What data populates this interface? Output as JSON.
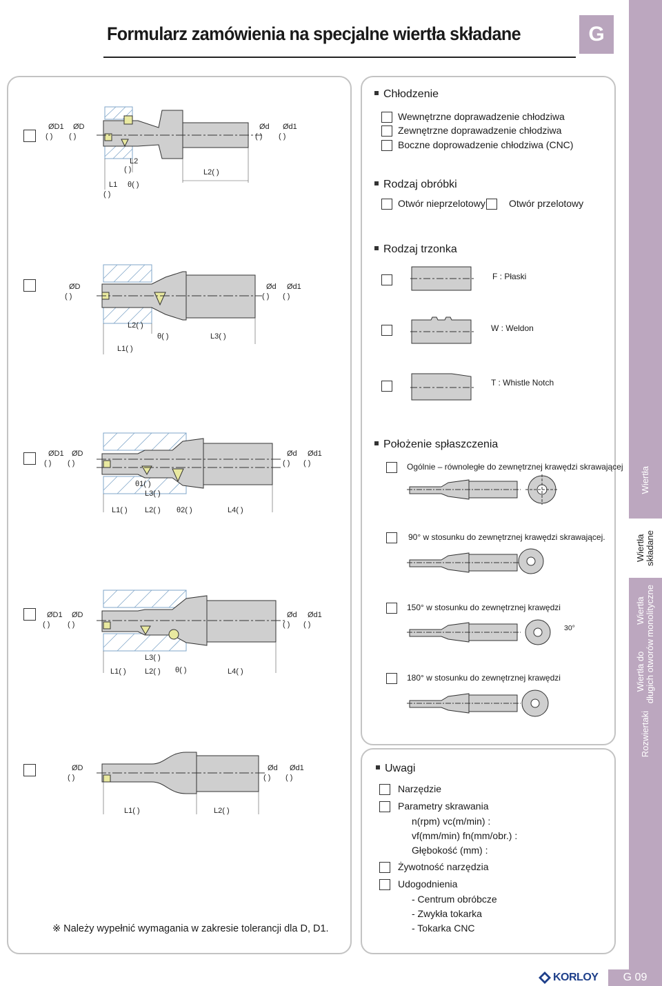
{
  "header": {
    "title": "Formularz zamówienia  na specjalne wiertła składane",
    "section_letter": "G"
  },
  "sidebar": {
    "tabs": [
      {
        "label": "Wiertła",
        "active": false
      },
      {
        "label": "Wiertła\nskładane",
        "active": true
      },
      {
        "label": "Wiertła\nmonolityczne",
        "active": false
      },
      {
        "label": "Wiertła do\ndługich otworów",
        "active": false
      },
      {
        "label": "Rozwiertaki",
        "active": false
      }
    ]
  },
  "drawings": {
    "d1": {
      "D1": "ØD1",
      "D": "ØD",
      "d": "Ød",
      "d1": "Ød1",
      "paren": "(    )",
      "L2": "L2",
      "L1": "L1",
      "theta": "θ",
      "L2_long": "L2(      )",
      "paren_small": "(    )",
      "theta_paren": "θ(      )"
    },
    "d2": {
      "D": "ØD",
      "d": "Ød",
      "d1": "Ød1",
      "paren": "(    )",
      "L2": "L2(      )",
      "theta": "θ(      )",
      "L3": "L3(      )",
      "L1": "L1(      )"
    },
    "d3": {
      "D1": "ØD1",
      "D": "ØD",
      "d": "Ød",
      "d1": "Ød1",
      "paren": "(    )",
      "theta1": "θ1(      )",
      "L3": "L3(      )",
      "L1": "L1(      )",
      "L2": "L2(      )",
      "theta2": "θ2(      )",
      "L4": "L4(      )"
    },
    "d4": {
      "D1": "ØD1",
      "D": "ØD",
      "d": "Ød",
      "d1": "Ød1",
      "paren": "(    )",
      "L3": "L3(      )",
      "L1": "L1(      )",
      "L2": "L2(      )",
      "theta": "θ(      )",
      "L4": "L4(      )"
    },
    "d5": {
      "D": "ØD",
      "d": "Ød",
      "d1": "Ød1",
      "paren": "(    )",
      "L1": "L1(      )",
      "L2": "L2(      )"
    }
  },
  "note": "※ Należy wypełnić wymagania w zakresie tolerancji dla D, D1.",
  "cooling": {
    "heading": "Chłodzenie",
    "options": [
      "Wewnętrzne doprawadzenie chłodziwa",
      "Zewnętrzne doprawadzenie chłodziwa",
      "Boczne doprowadzenie chłodziwa (CNC)"
    ]
  },
  "machining": {
    "heading": "Rodzaj obróbki",
    "options": [
      "Otwór nieprzelotowy",
      "Otwór przelotowy"
    ]
  },
  "shank": {
    "heading": "Rodzaj trzonka",
    "options": [
      "F : Płaski",
      "W : Weldon",
      "T : Whistle Notch"
    ]
  },
  "flat": {
    "heading": "Położenie spłaszczenia",
    "options": [
      "Ogólnie – równoległe do zewnętrznej krawędzi skrawającej",
      "90° w stosunku do zewnętrznej krawędzi skrawającej.",
      "150° w stosunku do zewnętrznej krawędzi",
      "180° w stosunku do zewnętrznej krawędzi"
    ],
    "angle_label": "30°"
  },
  "remarks": {
    "heading": "Uwagi",
    "tool": "Narzędzie",
    "params": "Parametry skrawania",
    "params_line1": "n(rpm) vc(m/min) :",
    "params_line2": "vf(mm/min) fn(mm/obr.) :",
    "params_line3": "Głębokość (mm) :",
    "life": "Żywotność narzędzia",
    "convenience": "Udogodnienia",
    "conv_items": [
      "- Centrum obróbcze",
      "- Zwykła tokarka",
      "- Tokarka CNC"
    ]
  },
  "footer": {
    "brand": "KORLOY",
    "page": "G 09"
  },
  "colors": {
    "accent": "#bca7bf",
    "hatch": "#7fa6c9",
    "insert": "#e9e9a0",
    "tool": "#cfcfcf"
  }
}
